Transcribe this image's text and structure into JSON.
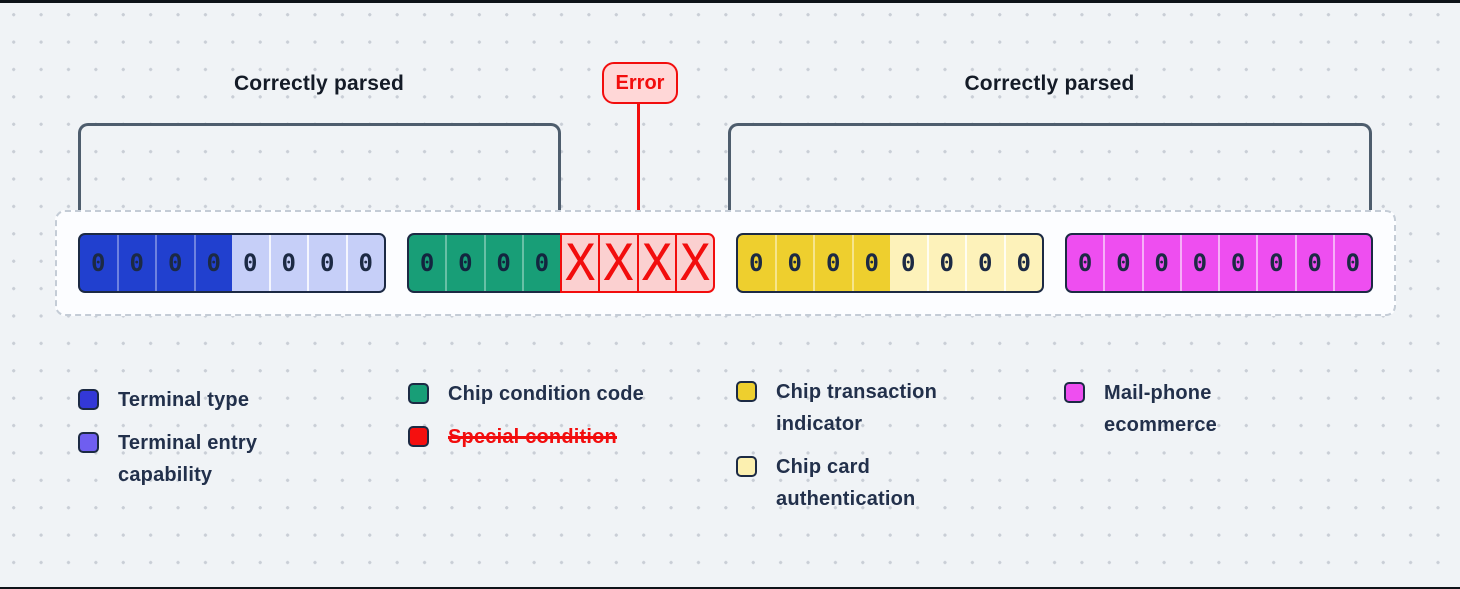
{
  "labels": {
    "left_bracket": "Correctly parsed",
    "right_bracket": "Correctly parsed",
    "error": "Error"
  },
  "colors": {
    "background": "#f0f3f6",
    "dot": "#c9ced6",
    "ink": "#1c2a44",
    "bracket": "#4e5d6d",
    "error_red": "#f20d0d",
    "error_badge_fill": "#ffd7d7",
    "container_fill": "#fcfdff"
  },
  "bit_strip": {
    "groups": [
      {
        "name": "terminal",
        "segments": [
          {
            "field": "terminal-type",
            "fill": "#2140cf",
            "border": "#1c2a44",
            "separator": "rgba(255,255,255,0.35)",
            "char_color": "#1c2a44",
            "chars": [
              "0",
              "0",
              "0",
              "0"
            ],
            "error": false
          },
          {
            "field": "terminal-entry-capability",
            "fill": "#c6cff8",
            "border": "#1c2a44",
            "separator": "rgba(255,255,255,0.8)",
            "char_color": "#1c2a44",
            "chars": [
              "0",
              "0",
              "0",
              "0"
            ],
            "error": false
          }
        ]
      },
      {
        "name": "chip-condition",
        "segments": [
          {
            "field": "chip-condition-code",
            "fill": "#189e77",
            "border": "#1c2a44",
            "separator": "rgba(255,255,255,0.35)",
            "char_color": "#13253f",
            "chars": [
              "0",
              "0",
              "0",
              "0"
            ],
            "error": false
          },
          {
            "field": "special-condition",
            "fill": "#fbd0d0",
            "border": "#f20d0d",
            "separator": "#f20d0d",
            "char_color": "#f20d0d",
            "chars": [
              "X",
              "X",
              "X",
              "X"
            ],
            "error": true
          }
        ]
      },
      {
        "name": "chip-transaction",
        "segments": [
          {
            "field": "chip-transaction-indicator",
            "fill": "#eecf2e",
            "border": "#1c2a44",
            "separator": "rgba(255,255,255,0.45)",
            "char_color": "#1c2a44",
            "chars": [
              "0",
              "0",
              "0",
              "0"
            ],
            "error": false
          },
          {
            "field": "chip-card-authentication",
            "fill": "#fdf2ba",
            "border": "#1c2a44",
            "separator": "rgba(255,255,255,0.8)",
            "char_color": "#1c2a44",
            "chars": [
              "0",
              "0",
              "0",
              "0"
            ],
            "error": false
          }
        ]
      },
      {
        "name": "mail-phone",
        "segments": [
          {
            "field": "mail-phone-ecommerce",
            "fill": "#ee4ef0",
            "border": "#1c2a44",
            "separator": "rgba(255,255,255,0.55)",
            "char_color": "#1c2a44",
            "chars": [
              "0",
              "0",
              "0",
              "0",
              "0",
              "0",
              "0",
              "0"
            ],
            "error": false
          }
        ]
      }
    ]
  },
  "legend": {
    "columns": [
      {
        "items": [
          {
            "id": "terminal-type",
            "label": "Terminal type",
            "swatch": "#3338d8",
            "strike": false
          },
          {
            "id": "terminal-entry-capability",
            "label": "Terminal entry capability",
            "swatch": "#6f5ef0",
            "strike": false
          }
        ]
      },
      {
        "items": [
          {
            "id": "chip-condition-code",
            "label": "Chip condition code",
            "swatch": "#189e77",
            "strike": false
          },
          {
            "id": "special-condition",
            "label": "Special condition",
            "swatch": "#f50f0f",
            "strike": true
          }
        ]
      },
      {
        "items": [
          {
            "id": "chip-transaction-indicator",
            "label": "Chip transaction indicator",
            "swatch": "#eecf2e",
            "strike": false
          },
          {
            "id": "chip-card-authentication",
            "label": "Chip card authentication",
            "swatch": "#fcf0b0",
            "strike": false
          }
        ]
      },
      {
        "items": [
          {
            "id": "mail-phone-ecommerce",
            "label": "Mail-phone ecommerce",
            "swatch": "#ee4ef0",
            "strike": false
          }
        ]
      }
    ]
  }
}
